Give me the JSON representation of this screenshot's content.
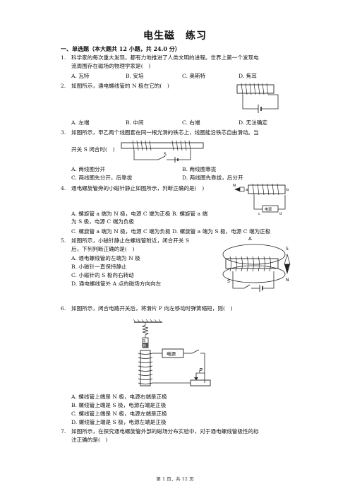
{
  "title": "电生磁　练习",
  "section": "一、单选题（本大题共 12 小题，共 24.0 分）",
  "q1": {
    "num": "1.",
    "line1": "科学家的每次重大发现，都有力地推进了人类文明的进程。世界上第一个发现电",
    "line2": "流周围存在磁场的物理学家是(　)",
    "options": [
      "A. 瓦特",
      "B. 安培",
      "C. 奥斯特",
      "D. 焦耳"
    ]
  },
  "q2": {
    "num": "2.",
    "line1": "如图所示，通电螺线管的 N 极在它的(　)",
    "options": [
      "A. 左端",
      "B. 中间",
      "C. 右端",
      "D. 无法确定"
    ]
  },
  "q3": {
    "num": "3.",
    "line1": "如图所示，甲乙两个线圈套在同一根光滑的铁芯上，线圈能沿铁芯自由滑动。当",
    "line2": "开关 S 闭合时(　)",
    "options": [
      "A. 两线圈分开",
      "B. 两线圈靠拢",
      "C. 两线圈先分开，后靠拢",
      "D. 两线圈先靠拢，后分开"
    ],
    "fig_label": "S"
  },
  "q4": {
    "num": "4.",
    "line1": "通电螺旋管旁的小磁针静止如图所示，判断正确的是(　)",
    "line2": "A. 螺旋管 a 端为 N 极，电源 C 端为正极 B. 螺旋管 a 端",
    "line3": "为 S 极，电源 C 端为负极",
    "line4": "C. 螺旋管 a 端为 N 极，电源 C 端为负极 D. 螺旋管 a 端为 S 极，电源 C 端为正极",
    "fig_n": "N",
    "fig_a": "a",
    "fig_b": "b",
    "fig_c": "c",
    "fig_d": "d",
    "fig_power": "电源"
  },
  "q5": {
    "num": "5.",
    "line1": "如图所示，小磁针静止在螺线管附近，闭合开关 S",
    "line2": "后，下列判断正确的是(　)",
    "options": [
      "A. 通电螺线管的左端为 N 极",
      "B. 小磁针一直保持静止",
      "C. 小磁针的 S 极向右转动",
      "D. 通电螺线管外 A 点的磁场方向向左"
    ],
    "fig_A": "A",
    "fig_S": "S",
    "fig_sw": "S",
    "fig_N": "N"
  },
  "q6": {
    "num": "6.",
    "line1": "如图所示，闭合电路开关后，将滑片 P 向左移动时弹簧缩短，则(　)",
    "options": [
      "A. 螺线管上端是 N 极，电源右端是正极",
      "B. 螺线管上端是 S 极，电源右端是正极",
      "C. 螺线管上端是 N 极，电源左端是正极",
      "D. 螺线管上端是 S 极，电源左端是正极"
    ],
    "fig_S": "S",
    "fig_N": "N",
    "fig_power": "电源",
    "fig_P": "P"
  },
  "q7": {
    "num": "7.",
    "line1": "如图所示，在探究通电螺旋管外部的磁场分布实验中，对于通电螺线管极性的标",
    "line2": "注正确的是(　)"
  },
  "footer": "第 1 页，共 12 页"
}
